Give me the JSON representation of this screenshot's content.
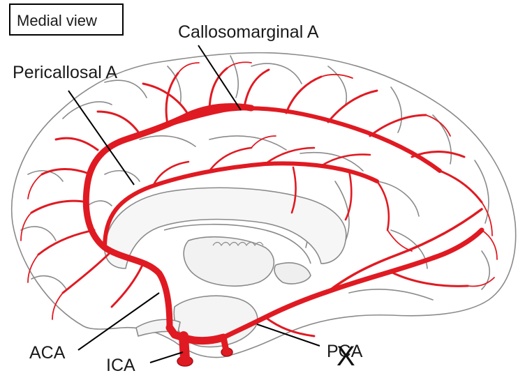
{
  "view_label": "Medial view",
  "labels": {
    "callosomarginal": "Callosomarginal A",
    "pericallosal": "Pericallosal A",
    "aca": "ACA",
    "ica": "ICA",
    "pca": "PCA"
  },
  "marks": {
    "x": "X"
  },
  "colors": {
    "artery": "#e01a22",
    "outline": "#8a8a8a",
    "text": "#1a1a1a",
    "background": "#ffffff"
  }
}
